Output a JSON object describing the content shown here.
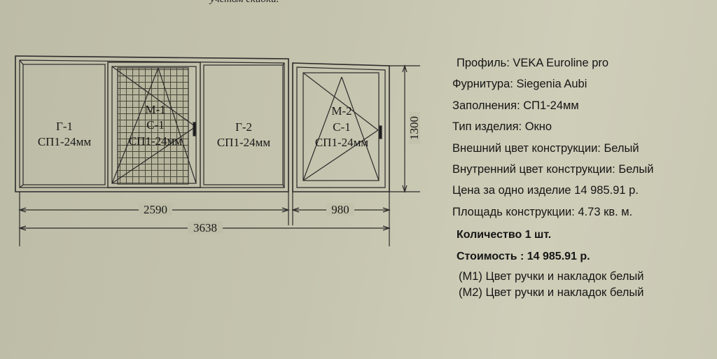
{
  "top_note": "учетом скидки.",
  "panels": [
    {
      "id": "g1",
      "code": "Г-1",
      "fill": "СП1-24мм"
    },
    {
      "id": "m1",
      "code": "М-1",
      "sub": "С-1",
      "fill": "СП1-24мм"
    },
    {
      "id": "g2",
      "code": "Г-2",
      "fill": "СП1-24мм"
    },
    {
      "id": "m2",
      "code": "М-2",
      "sub": "С-1",
      "fill": "СП1-24мм"
    }
  ],
  "dimensions": {
    "width_left": "2590",
    "width_right": "980",
    "width_total": "3638",
    "height": "1300"
  },
  "specs": {
    "profile": "Профиль: VEKA Euroline pro",
    "hardware": "Фурнитура: Siegenia Aubi",
    "filling": "Заполнения: СП1-24мм",
    "product_type": "Тип изделия: Окно",
    "outer_color": "Внешний цвет конструкции: Белый",
    "inner_color": "Внутренний цвет конструкции: Белый",
    "unit_price": "Цена за одно изделие 14 985.91 р.",
    "area": "Площадь конструкции: 4.73 кв. м."
  },
  "quantity": "Количество 1 шт.",
  "total_cost": "Стоимость : 14 985.91 р.",
  "notes": {
    "m1": "(М1) Цвет ручки и накладок белый",
    "m2": "(М2) Цвет ручки и накладок белый"
  }
}
